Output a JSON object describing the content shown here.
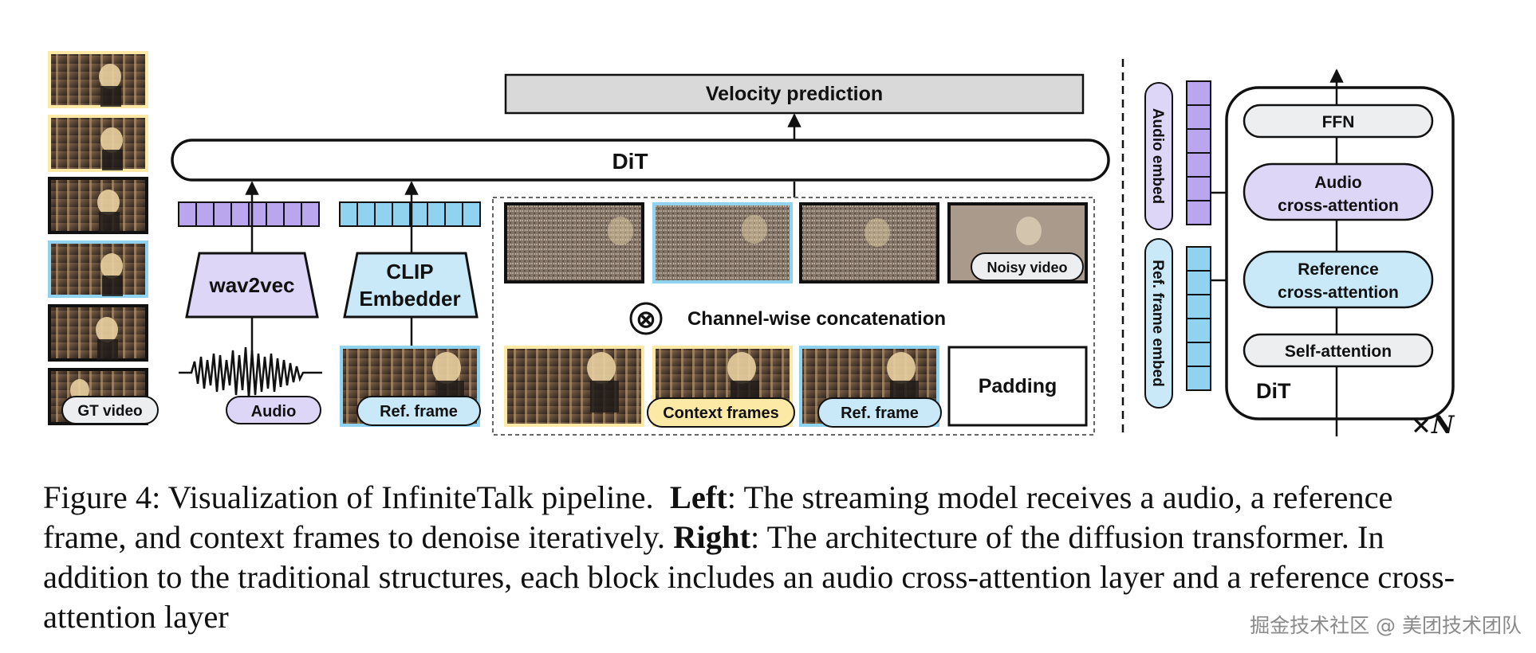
{
  "diagram": {
    "velocity_label": "Velocity prediction",
    "dit_label": "DiT",
    "wav2vec_label": "wav2vec",
    "clip_label_line1": "CLIP",
    "clip_label_line2": "Embedder",
    "gt_video_label": "GT video",
    "audio_label": "Audio",
    "ref_frame_label": "Ref. frame",
    "noisy_video_label": "Noisy video",
    "concat_symbol": "⊗",
    "concat_label": "Channel-wise concatenation",
    "context_frames_label": "Context frames",
    "ref_frame_label_2": "Ref. frame",
    "padding_label": "Padding",
    "audio_embed_label": "Audio embed",
    "ref_frame_embed_label": "Ref. frame embed",
    "ffn_label": "FFN",
    "audio_ca_line1": "Audio",
    "audio_ca_line2": "cross-attention",
    "ref_ca_line1": "Reference",
    "ref_ca_line2": "cross-attention",
    "self_attn_label": "Self-attention",
    "dit_block_label": "DiT",
    "repeat_times": "×",
    "repeat_n": "N"
  },
  "colors": {
    "purple": "#b9a6ef",
    "purple_light": "#ddd6f7",
    "blue": "#8fd3f0",
    "blue_light": "#c9e8f8",
    "yellow": "#fde9a6",
    "gray_box": "#d9d9d9",
    "gray_pill": "#eceef0"
  },
  "caption": {
    "figure_label": "Figure 4: Visualization of InfiniteTalk pipeline.",
    "left_label": "Left",
    "left_text": ": The streaming model receives a audio, a reference frame, and context frames to denoise iteratively.",
    "right_label": "Right",
    "right_text": ": The architecture of the diffusion transformer. In addition to the traditional structures, each block includes an audio cross-attention layer and a reference cross-attention layer"
  },
  "watermark": "掘金技术社区 @ 美团技术团队"
}
